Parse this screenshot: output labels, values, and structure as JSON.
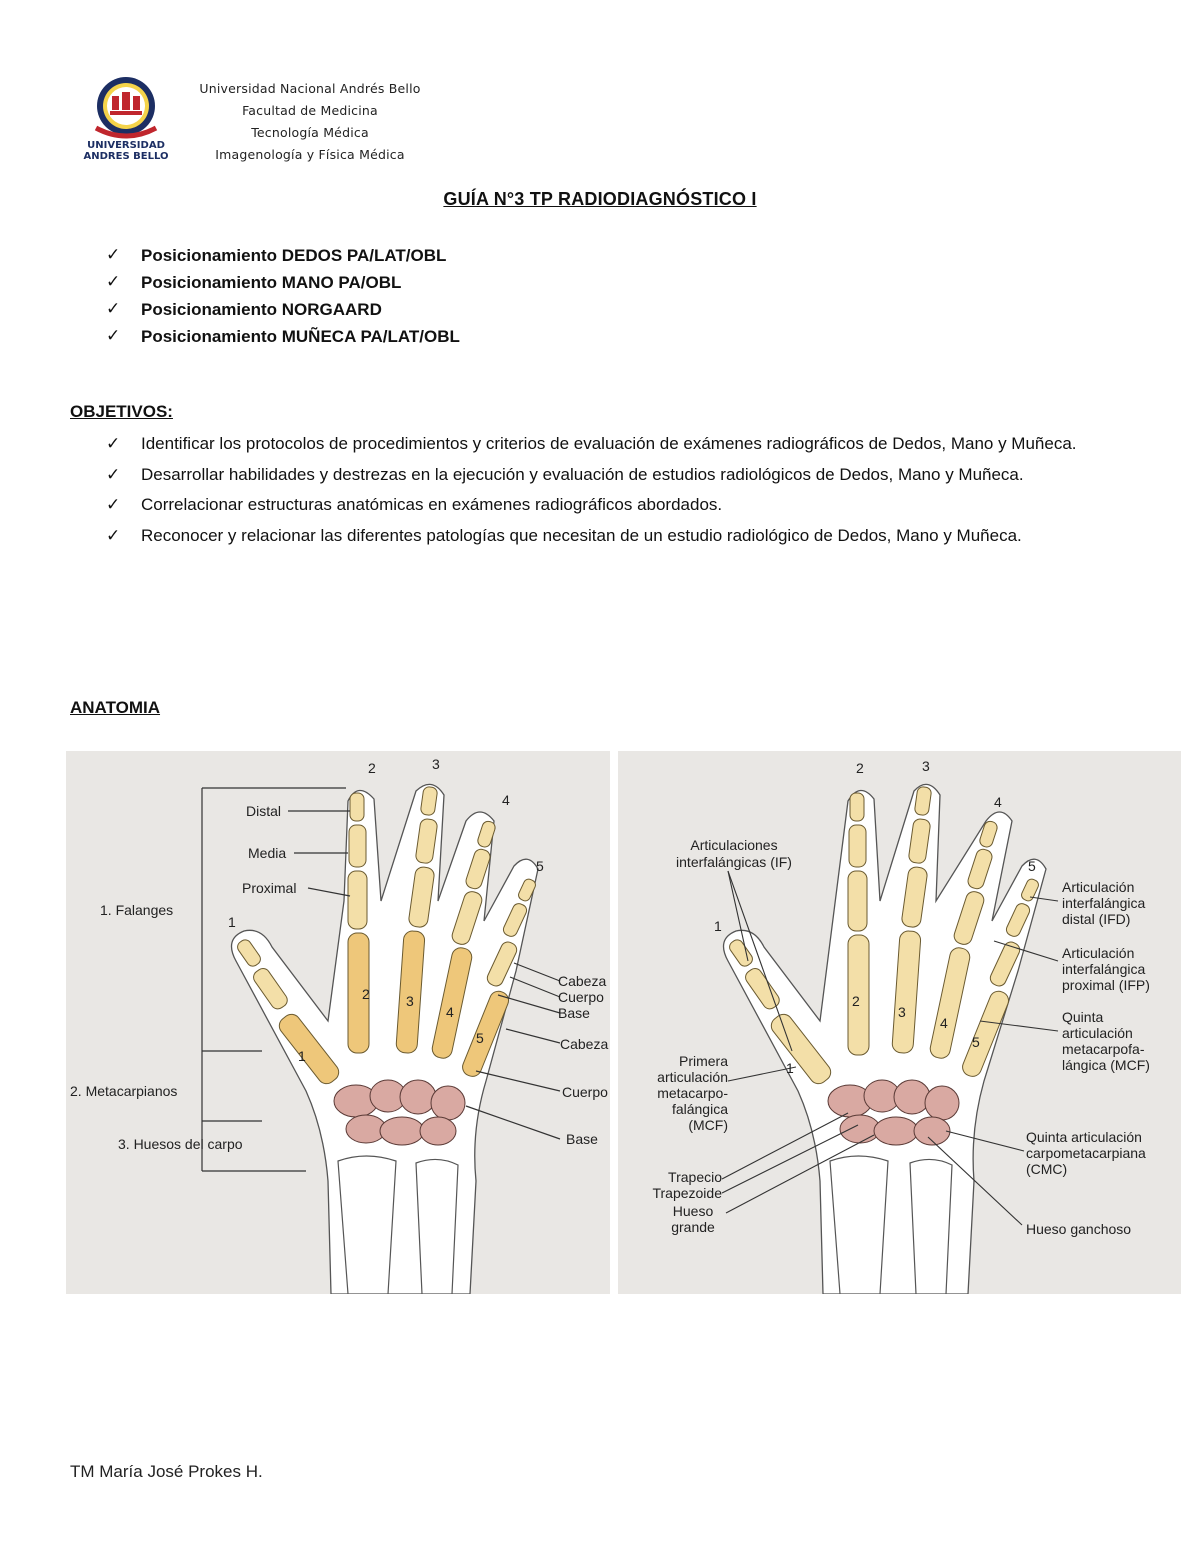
{
  "header": {
    "institution_lines": [
      "Universidad Nacional Andrés Bello",
      "Facultad de Medicina",
      "Tecnología Médica",
      "Imagenología y Física Médica"
    ],
    "logo_text": "UNIVERSIDAD ANDRES BELLO"
  },
  "title": "GUÍA N°3 TP RADIODIAGNÓSTICO I",
  "positioning_items": [
    "Posicionamiento DEDOS PA/LAT/OBL",
    "Posicionamiento MANO PA/OBL",
    "Posicionamiento NORGAARD",
    "Posicionamiento MUÑECA PA/LAT/OBL"
  ],
  "objectives": {
    "heading": "OBJETIVOS:",
    "items": [
      "Identificar los protocolos de procedimientos y criterios de evaluación de exámenes radiográficos de Dedos, Mano y Muñeca.",
      "Desarrollar habilidades y destrezas en la ejecución y evaluación de estudios radiológicos de Dedos, Mano y Muñeca.",
      "Correlacionar estructuras anatómicas en exámenes radiográficos abordados.",
      "Reconocer y relacionar las diferentes patologías que necesitan de un estudio radiológico de Dedos, Mano y Muñeca."
    ]
  },
  "anatomy": {
    "heading": "ANATOMIA",
    "left_figure": {
      "finger_numbers": [
        "1",
        "2",
        "3",
        "4",
        "5"
      ],
      "phalanx_labels": [
        "Distal",
        "Media",
        "Proximal"
      ],
      "groups": [
        "1. Falanges",
        "2. Metacarpianos",
        "3. Huesos del carpo"
      ],
      "bone_part_labels": [
        "Cabeza",
        "Cuerpo",
        "Base",
        "Cabeza",
        "Cuerpo",
        "Base"
      ]
    },
    "right_figure": {
      "finger_numbers": [
        "1",
        "2",
        "3",
        "4",
        "5"
      ],
      "labels": {
        "if": "Articulaciones interfalángicas (IF)",
        "ifd": "Articulación interfalángica distal (IFD)",
        "ifp": "Articulación interfalángica proximal (IFP)",
        "quinta_mcf": "Quinta articulación metacarpofa-lángica (MCF)",
        "primera_mcf": "Primera articulación metacarpo-falángica (MCF)",
        "quinta_cmc": "Quinta articulación carpometacarpiana (CMC)",
        "trapecio": "Trapecio",
        "trapezoide": "Trapezoide",
        "hueso_grande": "Hueso grande",
        "ganchoso": "Hueso ganchoso"
      }
    }
  },
  "footer": "TM María José Prokes H."
}
